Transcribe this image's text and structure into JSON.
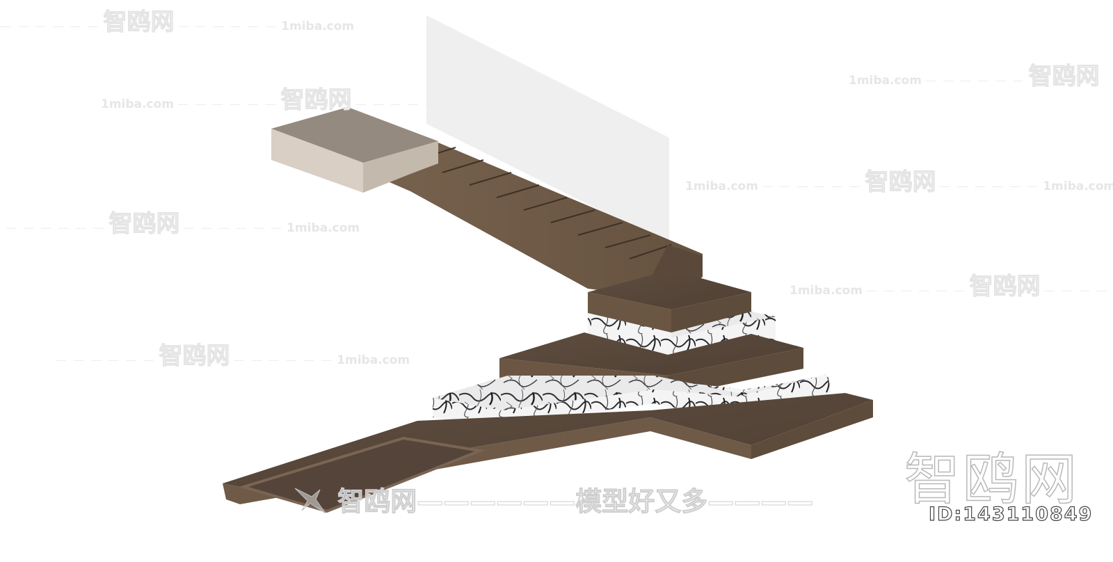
{
  "image": {
    "subject": "3D render of an L-shaped wooden staircase with marble steps and glass balustrade",
    "background_color": "#ffffff",
    "materials": {
      "wood_top": "#5b4a3c",
      "wood_side": "#6e5a47",
      "wood_dark": "#4a3a2e",
      "landing_top": "#958a7f",
      "landing_side": "#d9cfc4",
      "glass": "#efefef",
      "marble_base": "#e9e9e9",
      "marble_vein": "#2e2e34"
    }
  },
  "watermarks": {
    "brand_cn": "智鸥网",
    "brand_url": "1miba.com",
    "dash": "— — — — — —",
    "slogan": "智鸥网——————模型好又多————",
    "logo_large": "智鸥网",
    "id_text": "ID:143110849"
  }
}
